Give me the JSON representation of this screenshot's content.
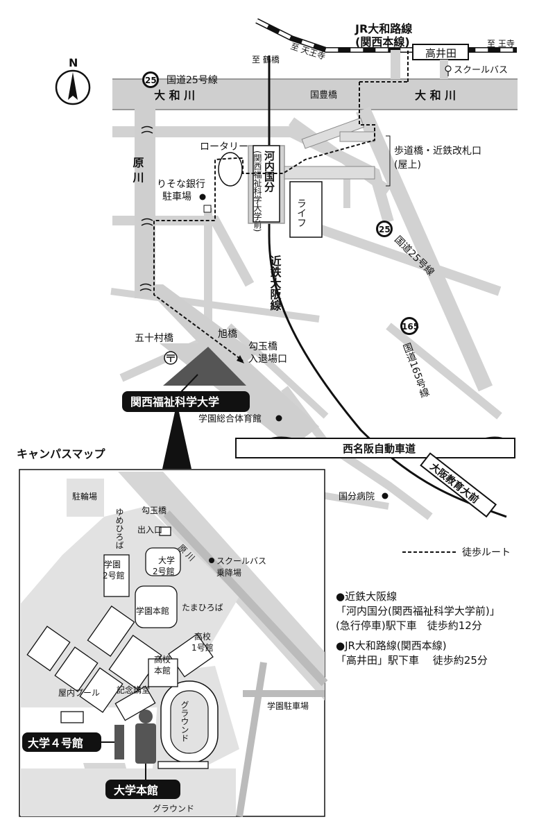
{
  "compass": {
    "label": "N"
  },
  "rivers": {
    "yamato_left": "大 和 川",
    "yamato_right": "大 和 川",
    "haragawa": "原 川"
  },
  "roads": {
    "route25_badge": "25",
    "route25_label": "国道25号線",
    "route25_badge_b": "25",
    "route25_label_b": "国道25号線",
    "route165_badge": "165",
    "route165_label": "国道165号線",
    "expressway": "西名阪自動車道",
    "osaka_kyoiku": "大阪教育大前"
  },
  "railways": {
    "jr_line": "JR大和路線",
    "jr_line_sub": "(関西本線)",
    "takaida": "高井田",
    "to_tennoji": "至 天王寺",
    "to_oji": "至 王寺",
    "to_tsuruhashi": "至 鶴橋",
    "kintetsu": "近鉄大阪線",
    "kawachikokubu": "河内国分",
    "kawachikokubu_sub": "(関西福祉科学大学前)"
  },
  "labels": {
    "school_bus": "スクールバス",
    "kokuho_bridge": "国豊橋",
    "rotary": "ロータリー",
    "resona": "りそな銀行",
    "resona_sub": "駐車場",
    "footbridge": "歩道橋・近鉄改札口",
    "footbridge_sub": "(屋上)",
    "life": "ライフ",
    "asahi_bridge": "旭橋",
    "isomura_bridge": "五十村橋",
    "magatama_bridge": "勾玉橋",
    "magatama_sub": "入退場口",
    "university": "関西福祉科学大学",
    "gym": "学園総合体育館",
    "hospital": "国分病院",
    "walk_route": "徒歩ルート"
  },
  "campus": {
    "title": "キャンパスマップ",
    "bike_parking": "駐輪場",
    "yume_hiroba": "ゆめひろば",
    "magatama": "勾玉橋",
    "entrance": "出入口",
    "school_bus_stop": "スクールバス",
    "school_bus_stop_sub": "乗降場",
    "gakuen2": "学園",
    "gakuen2_sub": "2号館",
    "daigaku2": "大学",
    "daigaku2_sub": "2号館",
    "tama_hiroba": "たまひろば",
    "gakuen_honkan": "学園本館",
    "koko1": "高校",
    "koko1_sub": "1号館",
    "koko_honkan": "高校",
    "koko_honkan_sub": "本館",
    "pool": "屋内プール",
    "kinen_kodo": "記念講堂",
    "ground": "グラウンド",
    "gakuen_parking": "学園駐車場",
    "daigaku4": "大学４号館",
    "daigaku_honkan": "大学本館",
    "ground_bottom": "グラウンド",
    "harakawa_short": "原 川"
  },
  "access": {
    "line1": "●近鉄大阪線",
    "line2": "「河内国分(関西福祉科学大学前)」",
    "line3": "(急行停車)駅下車　徒歩約12分",
    "line4": "●JR大和路線(関西本線)",
    "line5": "「高井田」駅下車　 徒歩約25分"
  }
}
